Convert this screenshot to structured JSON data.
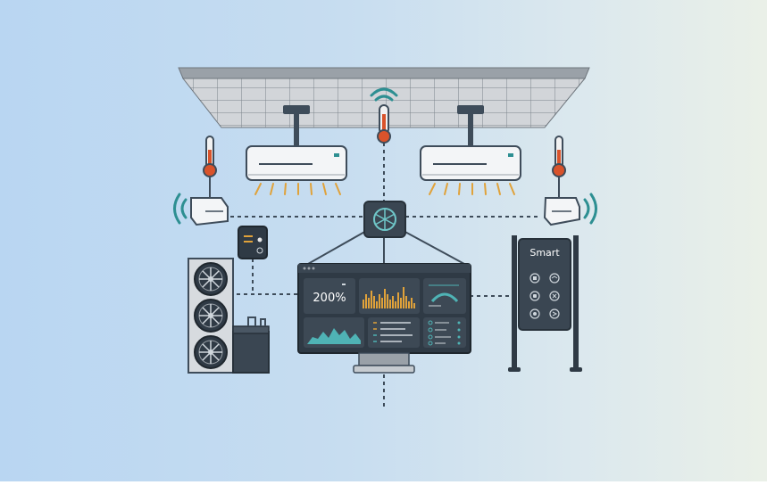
{
  "monitor": {
    "big_value": "200%"
  },
  "smart_panel": {
    "title": "Smart"
  },
  "icons": [
    "ceiling-grid",
    "wifi-icon",
    "thermometer-icon",
    "ac-indoor-unit",
    "wall-sensor",
    "central-hub-icon",
    "thermostat-controller",
    "chiller-unit",
    "dashboard-monitor",
    "smart-kiosk"
  ],
  "colors": {
    "background_left": "#b9d6f2",
    "background_right": "#eaf0e8",
    "dark_panel": "#2f3a45",
    "accent_orange": "#e0a23a",
    "accent_teal": "#4fb3b5",
    "thermo_red": "#d9532b"
  }
}
